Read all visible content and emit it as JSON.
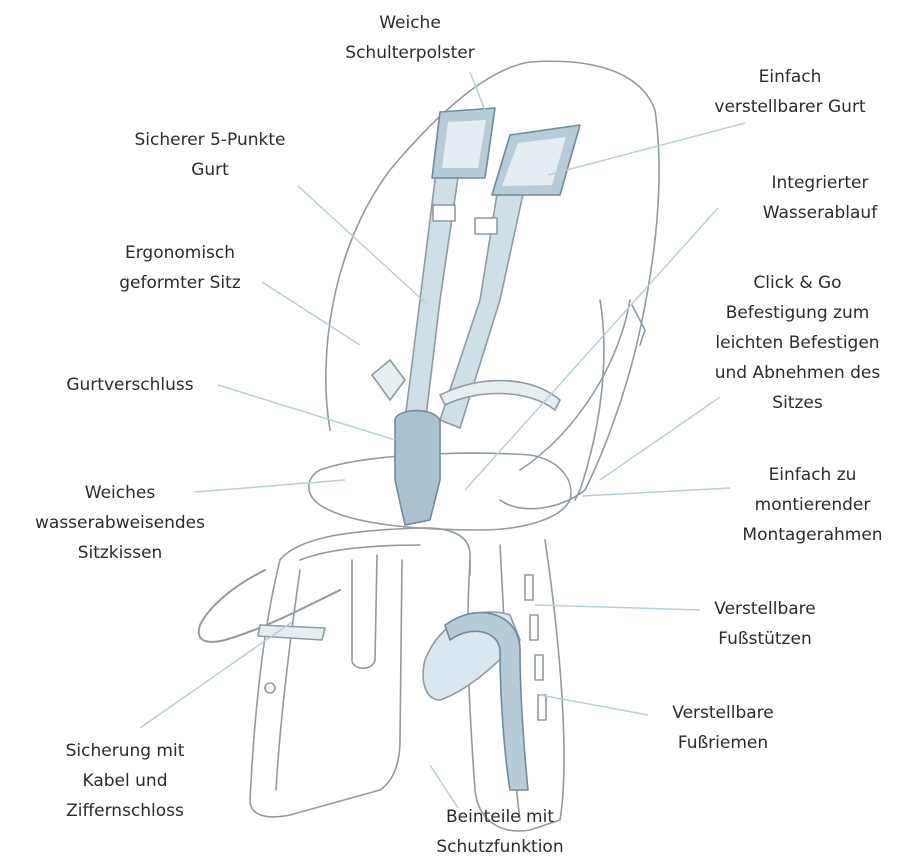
{
  "labels": {
    "shoulder_pads": [
      "Weiche",
      "Schulterpolster"
    ],
    "harness_5pt": [
      "Sicherer 5-Punkte",
      "Gurt"
    ],
    "ergonomic_seat": [
      "Ergonomisch",
      "geformter Sitz"
    ],
    "buckle": [
      "Gurtverschluss"
    ],
    "cushion": [
      "Weiches",
      "wasserabweisendes",
      "Sitzkissen"
    ],
    "cable_lock": [
      "Sicherung mit",
      "Kabel und",
      "Ziffernschloss"
    ],
    "leg_parts": [
      "Beinteile mit",
      "Schutzfunktion"
    ],
    "adjustable_belt": [
      "Einfach",
      "verstellbarer Gurt"
    ],
    "water_drain": [
      "Integrierter",
      "Wasserablauf"
    ],
    "click_go": [
      "Click & Go",
      "Befestigung zum",
      "leichten Befestigen",
      "und Abnehmen des",
      "Sitzes"
    ],
    "mount_frame": [
      "Einfach zu",
      "montierender",
      "Montagerahmen"
    ],
    "footrests": [
      "Verstellbare",
      "Fußstützen"
    ],
    "foot_straps": [
      "Verstellbare",
      "Fußriemen"
    ]
  },
  "colors": {
    "text": "#2b2b2b",
    "outline": "#8f9aa2",
    "leader": "#b9cfd8",
    "accent": "#a9c2cf",
    "accent_light": "#cfdfe7"
  }
}
